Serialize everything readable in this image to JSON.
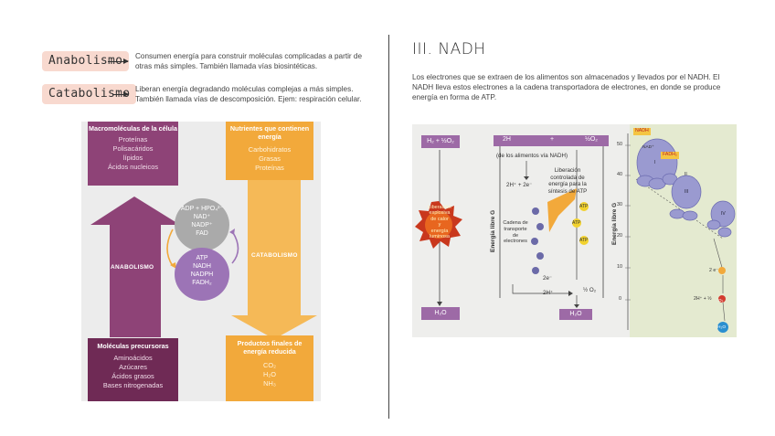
{
  "terms": [
    {
      "label": "Anabolismo",
      "description": "Consumen energía para construir moléculas complicadas a partir de otras más simples. También llamada vías biosintéticas."
    },
    {
      "label": "Catabolismo",
      "description": "Liberan energía degradando moléculas complejas a más simples. También llamada vías de descomposición. Ejem: respiración celular."
    }
  ],
  "section": {
    "title": "III. NADH",
    "paragraph": "Los electrones que se extraen de los alimentos son almacenados y llevados por el NADH. El NADH lleva estos electrones a la cadena transportadora de electrones, en donde se produce energía en forma de ATP."
  },
  "metabolism": {
    "macro": {
      "heading": "Macromoléculas de la célula",
      "items": [
        "Proteínas",
        "Polisacáridos",
        "lípidos",
        "Ácidos nucleicos"
      ]
    },
    "nutrients": {
      "heading": "Nutrientes que contienen energía",
      "items": [
        "Carbohidratos",
        "Grasas",
        "Proteínas"
      ]
    },
    "precursors": {
      "heading": "Moléculas precursoras",
      "items": [
        "Aminoácidos",
        "Azúcares",
        "Ácidos grasos",
        "Bases nitrogenadas"
      ]
    },
    "products": {
      "heading": "Productos finales de energía reducida",
      "items": [
        "CO₂",
        "H₂O",
        "NH₃"
      ]
    },
    "circle_top": [
      "ADP + HPO₄²⁻",
      "NAD⁺",
      "NADP⁺",
      "FAD"
    ],
    "circle_bottom": [
      "ATP",
      "NADH",
      "NADPH",
      "FADH₂"
    ],
    "anabolismo_label": "ANABOLISMO",
    "catabolismo_label": "CATABOLISMO",
    "colors": {
      "purple": "#8e4377",
      "dark_purple": "#6f2a55",
      "orange": "#f2a93b",
      "light_orange": "#f5b957",
      "gray_circle": "#aaaaaa",
      "violet_circle": "#9c74b6"
    }
  },
  "nadh_figure": {
    "left_top": "H₂ + ½O₂",
    "left_bottom": "H₂O",
    "left_burst": [
      "Liberación",
      "explosiva",
      "de calor",
      "y",
      "energía",
      "luminosa"
    ],
    "middle_top_left": "2H",
    "middle_top_plus": "+",
    "middle_top_right": "½O₂",
    "via": "(de los alimentos vía NADH)",
    "h_e": "2H⁺ + 2e⁻",
    "liberation": [
      "Liberación",
      "controlada de",
      "energía para la",
      "síntesis de ATP"
    ],
    "chain": [
      "Cadena de",
      "transporte",
      "de",
      "electrones"
    ],
    "two_e": "2e⁻",
    "two_h": "2H⁺",
    "half_o2": "½ O₂",
    "bottom_h2o": "H₂O",
    "atp": [
      "ATP",
      "ATP",
      "ATP"
    ],
    "energy_axis": "Energía libre G",
    "right_nadh": "NADH",
    "right_nad": "NAD⁺",
    "right_fadh": "FADH₂",
    "right_ticks": [
      "50",
      "40",
      "30",
      "20",
      "10",
      "0"
    ],
    "complexes": [
      "I",
      "II",
      "III",
      "IV"
    ],
    "right_two_e": "2 e⁻",
    "right_reaction": "2H⁺ + ½",
    "right_o2": "O₂",
    "right_h2o": "H₂O"
  }
}
